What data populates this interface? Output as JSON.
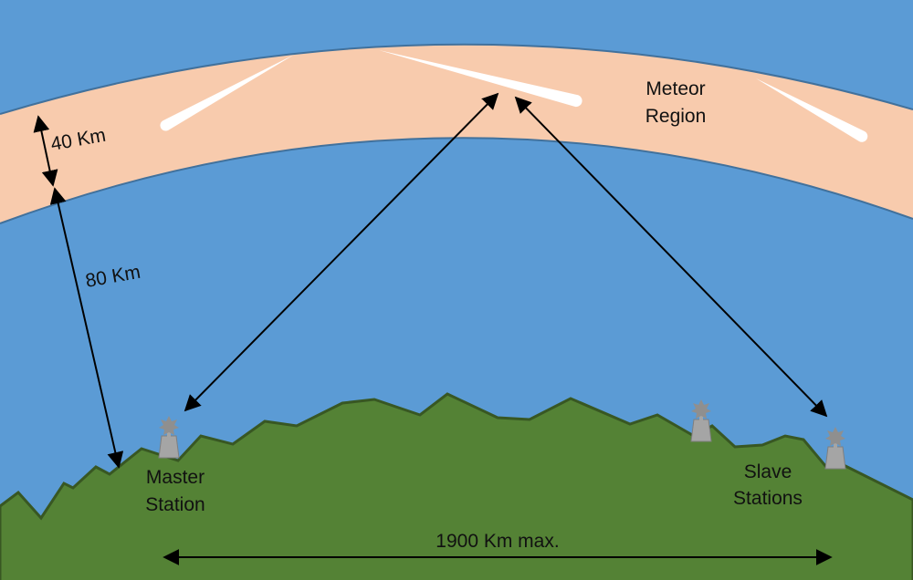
{
  "labels": {
    "band_thickness": "40 Km",
    "band_altitude": "80 Km",
    "meteor_region": [
      "Meteor",
      "Region"
    ],
    "master_station": [
      "Master",
      "Station"
    ],
    "slave_stations": [
      "Slave",
      "Stations"
    ],
    "max_distance": "1900 Km max."
  },
  "colors": {
    "sky": "#5b9bd5",
    "meteor_band": "#f8cbad",
    "ground": "#548235",
    "ground_edge": "#385723",
    "station": "#a5a5a5"
  }
}
